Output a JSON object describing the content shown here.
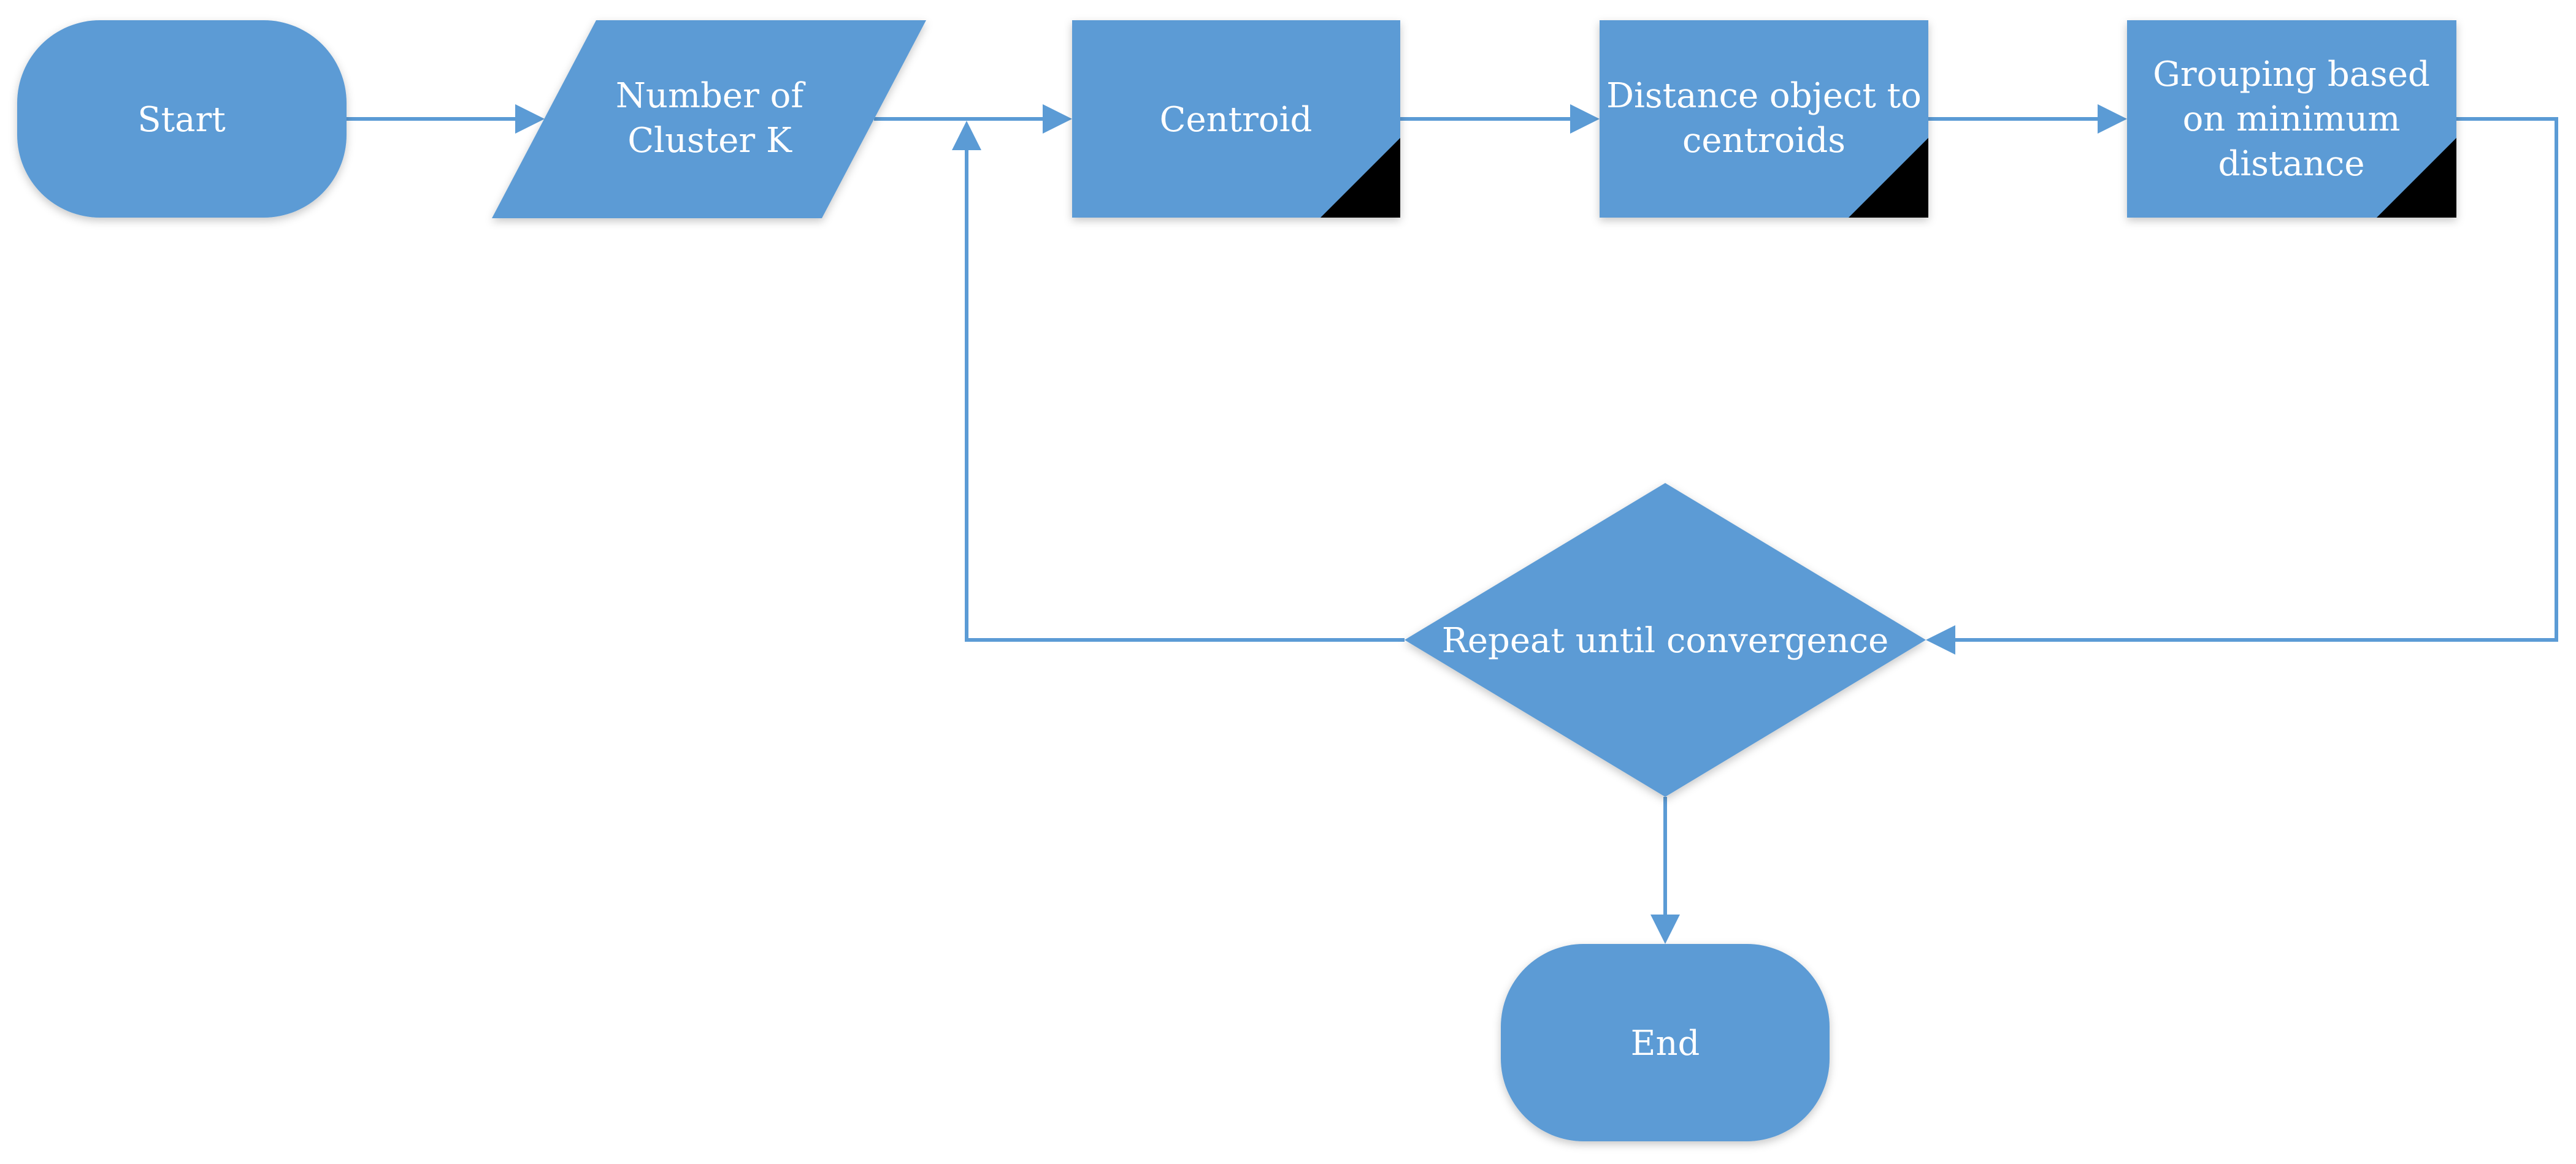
{
  "colors": {
    "shape_fill": "#5b9bd5",
    "connector": "#5b9bd5",
    "text": "#ffffff",
    "fold_corner": "#000000",
    "background": "#ffffff"
  },
  "nodes": {
    "start": {
      "shape": "terminator",
      "lines": [
        "Start"
      ]
    },
    "num_clusters": {
      "shape": "data-parallelogram",
      "lines": [
        "Number of",
        "Cluster K"
      ]
    },
    "centroid": {
      "shape": "process-folded-corner",
      "lines": [
        "Centroid"
      ]
    },
    "distance": {
      "shape": "process-folded-corner",
      "lines": [
        "Distance object to",
        "centroids"
      ]
    },
    "grouping": {
      "shape": "process-folded-corner",
      "lines": [
        "Grouping based",
        "on minimum",
        "distance"
      ]
    },
    "repeat": {
      "shape": "decision",
      "lines": [
        "Repeat until convergence"
      ]
    },
    "end": {
      "shape": "terminator",
      "lines": [
        "End"
      ]
    }
  },
  "edges": [
    {
      "from": "start",
      "to": "num_clusters"
    },
    {
      "from": "num_clusters",
      "to": "centroid"
    },
    {
      "from": "centroid",
      "to": "distance"
    },
    {
      "from": "distance",
      "to": "grouping"
    },
    {
      "from": "grouping",
      "to": "repeat"
    },
    {
      "from": "repeat",
      "to": "centroid"
    },
    {
      "from": "repeat",
      "to": "end"
    }
  ]
}
